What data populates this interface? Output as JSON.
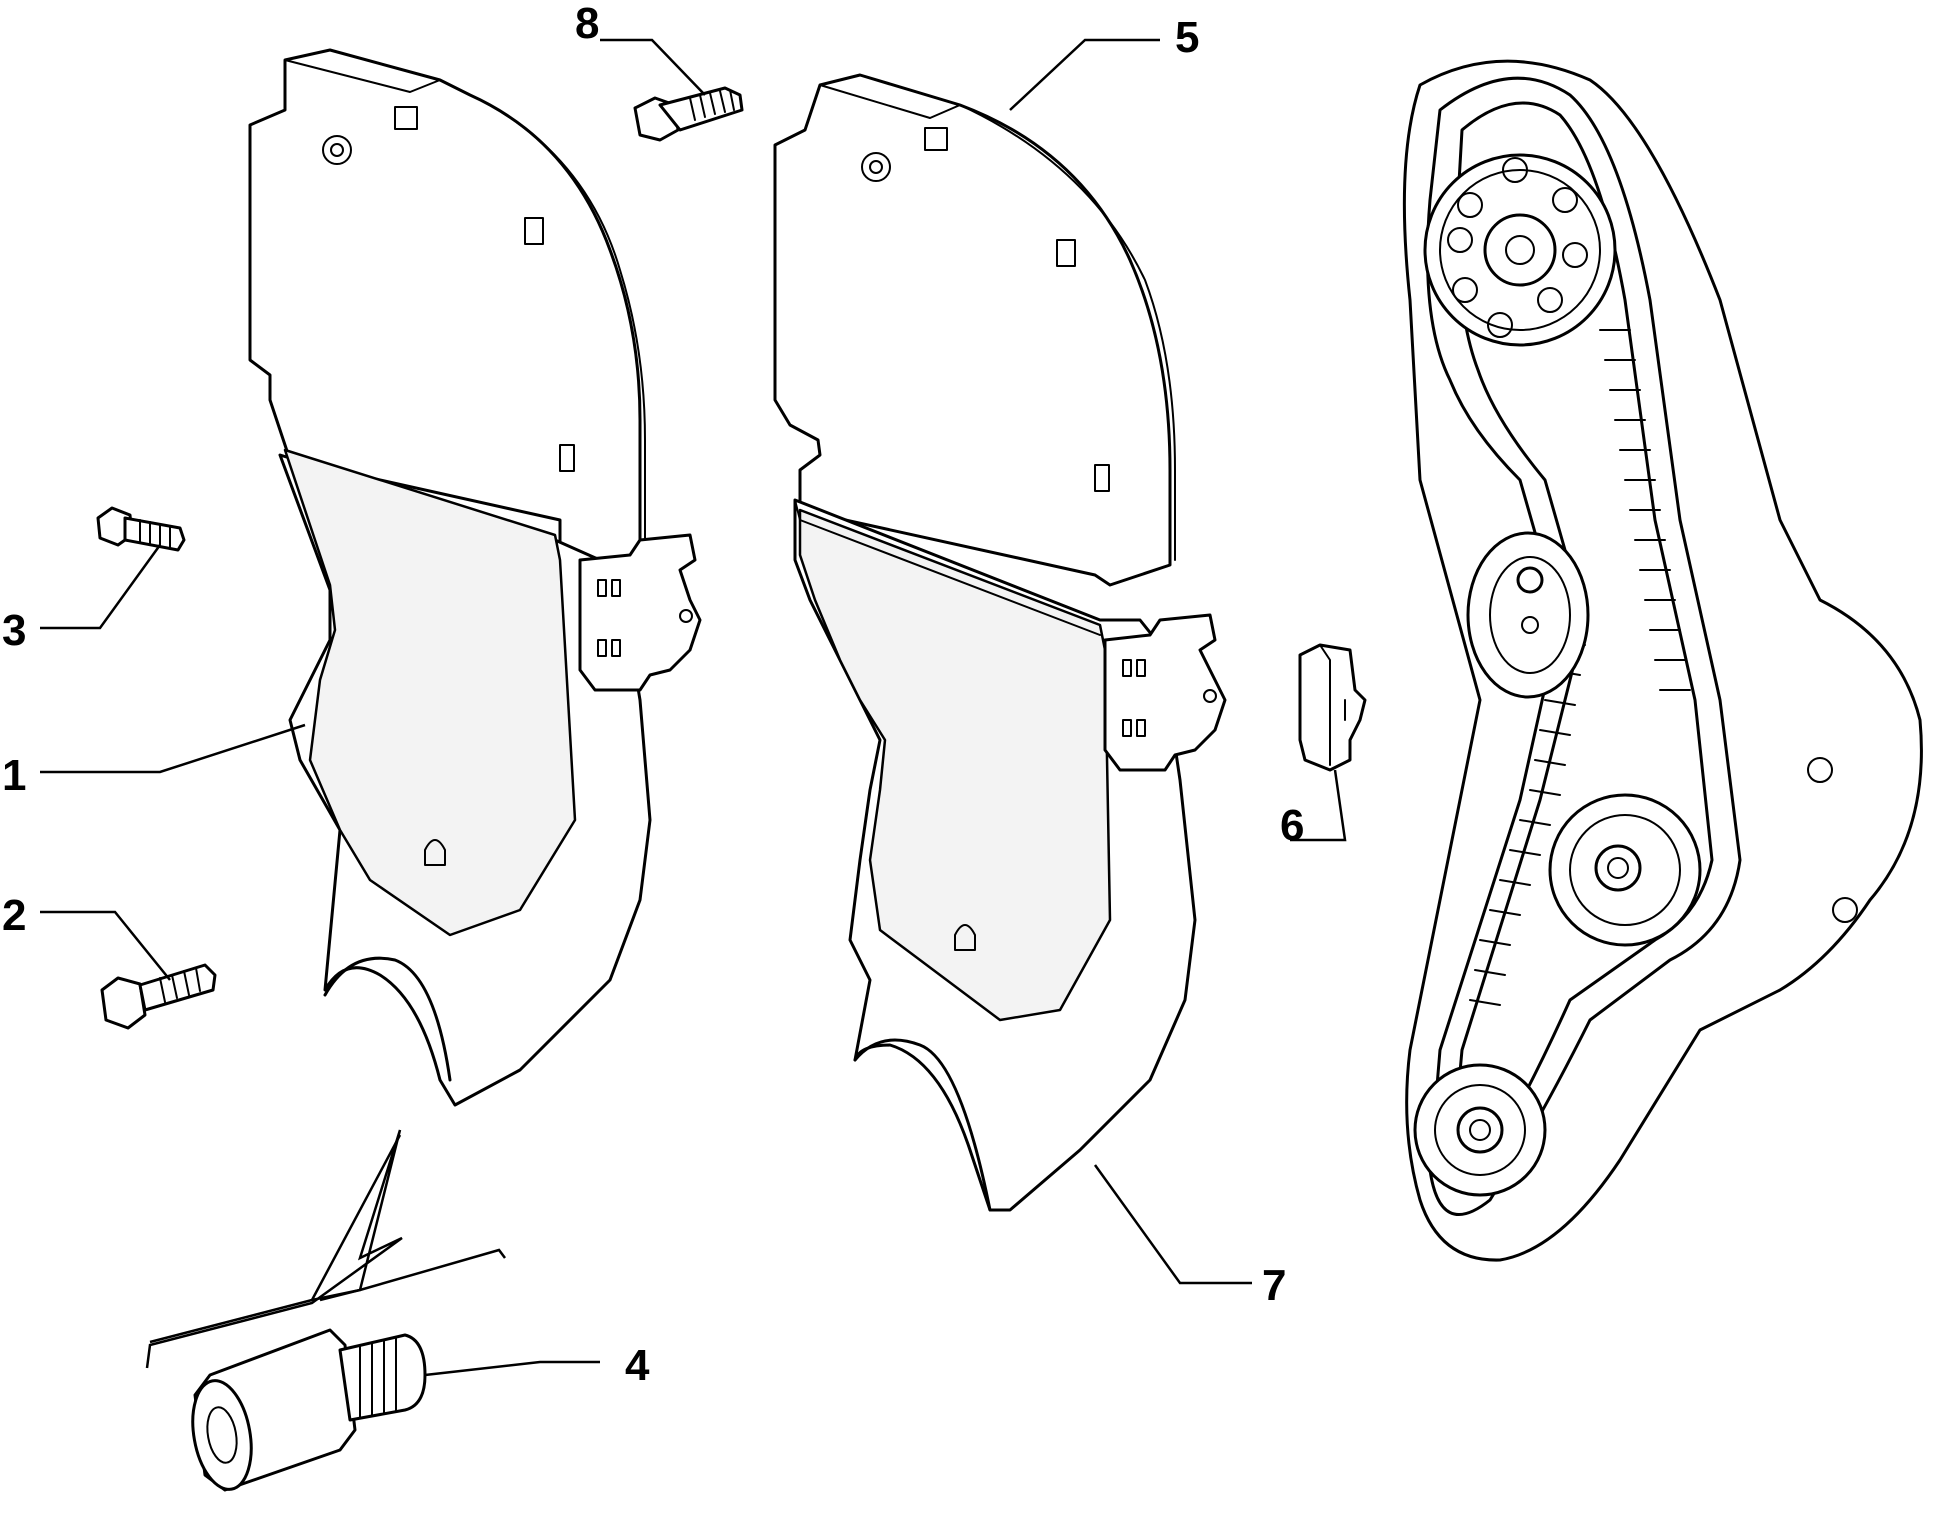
{
  "callouts": [
    {
      "id": "1",
      "label": "1"
    },
    {
      "id": "2",
      "label": "2"
    },
    {
      "id": "3",
      "label": "3"
    },
    {
      "id": "4",
      "label": "4"
    },
    {
      "id": "5",
      "label": "5"
    },
    {
      "id": "6",
      "label": "6"
    },
    {
      "id": "7",
      "label": "7"
    },
    {
      "id": "8",
      "label": "8"
    }
  ],
  "parts": {
    "p1": "timing-belt-cover-assembled",
    "p2": "bolt",
    "p3": "bolt-short",
    "p4": "threaded-stud-spacer",
    "p5": "upper-timing-cover",
    "p6": "clip",
    "p7": "lower-timing-cover",
    "p8": "bolt-upper",
    "belt": "timing-belt-drive-reference"
  }
}
